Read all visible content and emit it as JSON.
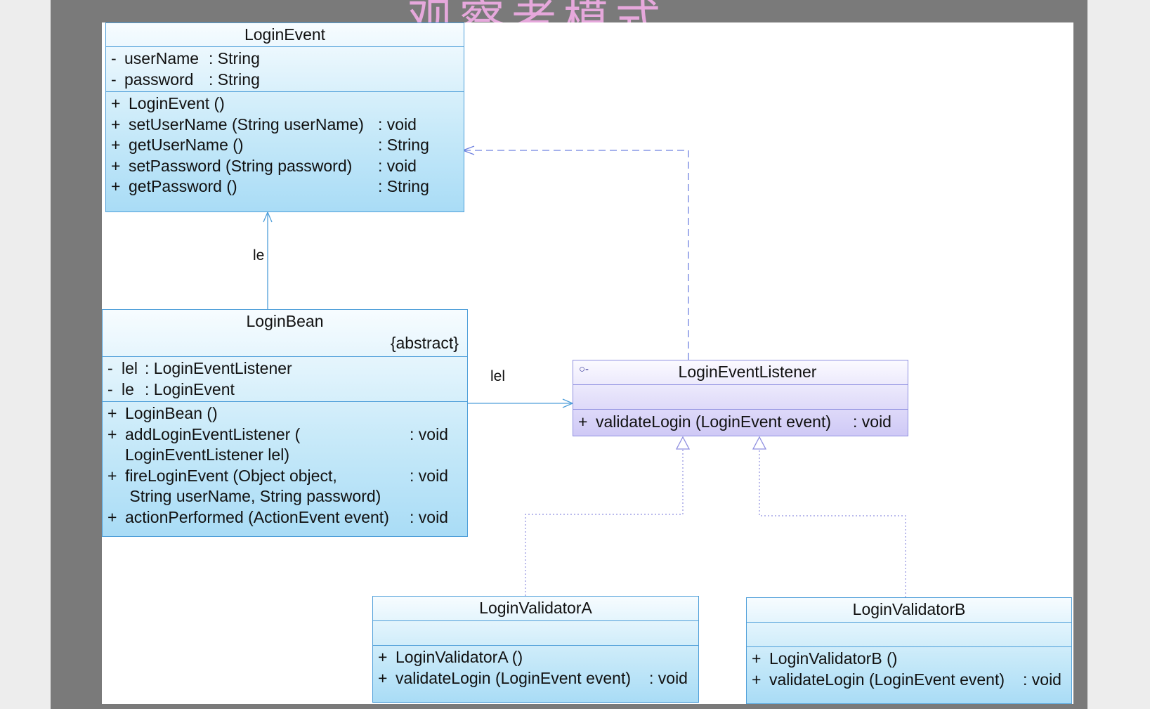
{
  "slide_title": "观察者模式",
  "login_event": {
    "name": "LoginEvent",
    "attributes": [
      {
        "vis": "-",
        "name": "userName",
        "type": ": String"
      },
      {
        "vis": "-",
        "name": "password",
        "type": ": String"
      }
    ],
    "operations": [
      {
        "vis": "+",
        "sig": "LoginEvent ()",
        "ret": ""
      },
      {
        "vis": "+",
        "sig": "setUserName (String userName)",
        "ret": ": void"
      },
      {
        "vis": "+",
        "sig": "getUserName ()",
        "ret": ": String"
      },
      {
        "vis": "+",
        "sig": "setPassword (String password)",
        "ret": ": void"
      },
      {
        "vis": "+",
        "sig": "getPassword ()",
        "ret": ": String"
      }
    ]
  },
  "login_bean": {
    "name": "LoginBean",
    "stereotype": "{abstract}",
    "attributes": [
      {
        "vis": "-",
        "name": "lel",
        "type": ": LoginEventListener"
      },
      {
        "vis": "-",
        "name": "le",
        "type": ": LoginEvent"
      }
    ],
    "operations": [
      {
        "vis": "+",
        "sig": "LoginBean ()",
        "ret": ""
      },
      {
        "vis": "+",
        "sig": "addLoginEventListener (",
        "ret": ": void"
      },
      {
        "vis": "",
        "sig": "LoginEventListener lel)",
        "ret": ""
      },
      {
        "vis": "+",
        "sig": "fireLoginEvent (Object object,",
        "ret": ": void"
      },
      {
        "vis": "",
        "sig": " String userName, String password)",
        "ret": ""
      },
      {
        "vis": "+",
        "sig": "actionPerformed (ActionEvent event)",
        "ret": ": void"
      }
    ]
  },
  "listener": {
    "name": "LoginEventListener",
    "icon": "interface-lollipop-icon",
    "operations": [
      {
        "vis": "+",
        "sig": "validateLogin (LoginEvent event)",
        "ret": ": void"
      }
    ]
  },
  "validator_a": {
    "name": "LoginValidatorA",
    "operations": [
      {
        "vis": "+",
        "sig": "LoginValidatorA ()",
        "ret": ""
      },
      {
        "vis": "+",
        "sig": "validateLogin (LoginEvent event)",
        "ret": ": void"
      }
    ]
  },
  "validator_b": {
    "name": "LoginValidatorB",
    "operations": [
      {
        "vis": "+",
        "sig": "LoginValidatorB ()",
        "ret": ""
      },
      {
        "vis": "+",
        "sig": "validateLogin (LoginEvent event)",
        "ret": ": void"
      }
    ]
  },
  "assoc_labels": {
    "le": "le",
    "lel": "lel"
  },
  "colors": {
    "class_border": "#4f9fd9",
    "interface_border": "#8f8fe0",
    "connector": "#4f9fd9",
    "realization": "#8f8fe0",
    "title": "#e6a8dc"
  }
}
